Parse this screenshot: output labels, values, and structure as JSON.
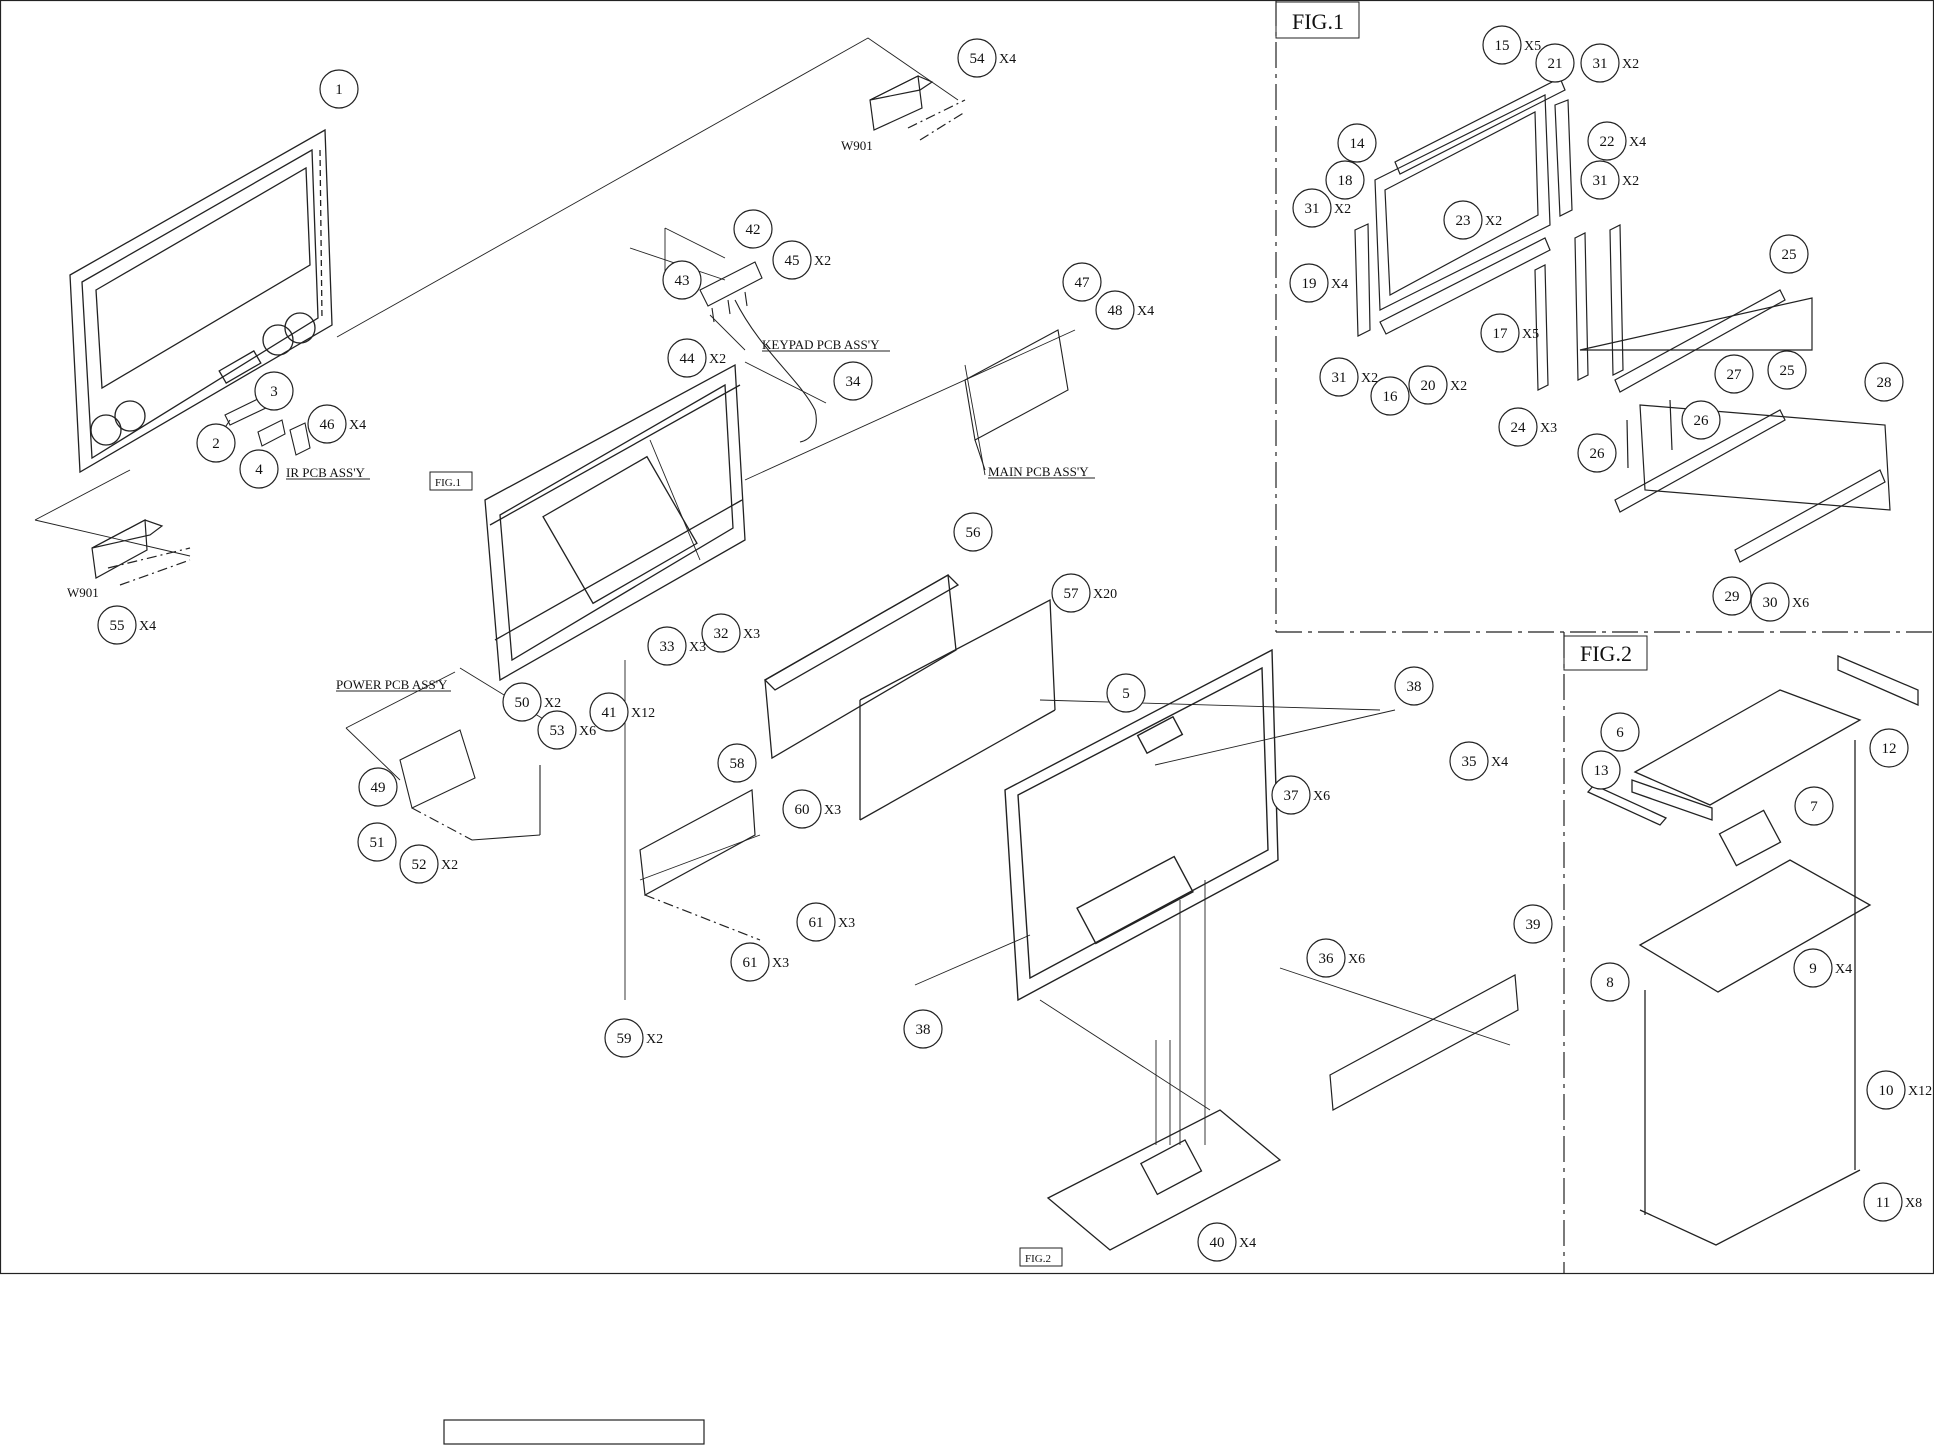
{
  "figures": {
    "fig1_title": "FIG.1",
    "fig2_title": "FIG.2",
    "fig1_ref": "FIG.1",
    "fig2_ref": "FIG.2"
  },
  "labels": {
    "ir_pcb": "IR PCB ASS'Y",
    "keypad_pcb": "KEYPAD PCB ASS'Y",
    "main_pcb": "MAIN PCB ASS'Y",
    "power_pcb": "POWER PCB ASS'Y",
    "w901_top": "W901",
    "w901_left": "W901"
  },
  "callouts": [
    {
      "num": "1",
      "qty": ""
    },
    {
      "num": "2",
      "qty": ""
    },
    {
      "num": "3",
      "qty": ""
    },
    {
      "num": "4",
      "qty": ""
    },
    {
      "num": "46",
      "qty": "X4"
    },
    {
      "num": "55",
      "qty": "X4"
    },
    {
      "num": "54",
      "qty": "X4"
    },
    {
      "num": "42",
      "qty": ""
    },
    {
      "num": "43",
      "qty": ""
    },
    {
      "num": "45",
      "qty": "X2"
    },
    {
      "num": "44",
      "qty": "X2"
    },
    {
      "num": "34",
      "qty": ""
    },
    {
      "num": "47",
      "qty": ""
    },
    {
      "num": "48",
      "qty": "X4"
    },
    {
      "num": "56",
      "qty": ""
    },
    {
      "num": "57",
      "qty": "X20"
    },
    {
      "num": "33",
      "qty": "X3"
    },
    {
      "num": "32",
      "qty": "X3"
    },
    {
      "num": "41",
      "qty": "X12"
    },
    {
      "num": "50",
      "qty": "X2"
    },
    {
      "num": "53",
      "qty": "X6"
    },
    {
      "num": "49",
      "qty": ""
    },
    {
      "num": "51",
      "qty": ""
    },
    {
      "num": "52",
      "qty": "X2"
    },
    {
      "num": "58",
      "qty": ""
    },
    {
      "num": "60",
      "qty": "X3"
    },
    {
      "num": "61",
      "qty": "X3"
    },
    {
      "num": "61",
      "qty": "X3"
    },
    {
      "num": "59",
      "qty": "X2"
    },
    {
      "num": "5",
      "qty": ""
    },
    {
      "num": "38",
      "qty": ""
    },
    {
      "num": "35",
      "qty": "X4"
    },
    {
      "num": "37",
      "qty": "X6"
    },
    {
      "num": "36",
      "qty": "X6"
    },
    {
      "num": "39",
      "qty": ""
    },
    {
      "num": "38",
      "qty": ""
    },
    {
      "num": "40",
      "qty": "X4"
    },
    {
      "num": "15",
      "qty": "X5"
    },
    {
      "num": "21",
      "qty": ""
    },
    {
      "num": "31",
      "qty": "X2"
    },
    {
      "num": "22",
      "qty": "X4"
    },
    {
      "num": "14",
      "qty": ""
    },
    {
      "num": "18",
      "qty": ""
    },
    {
      "num": "31",
      "qty": "X2"
    },
    {
      "num": "31",
      "qty": "X2"
    },
    {
      "num": "23",
      "qty": "X2"
    },
    {
      "num": "19",
      "qty": "X4"
    },
    {
      "num": "25",
      "qty": ""
    },
    {
      "num": "17",
      "qty": "X5"
    },
    {
      "num": "31",
      "qty": "X2"
    },
    {
      "num": "16",
      "qty": ""
    },
    {
      "num": "20",
      "qty": "X2"
    },
    {
      "num": "27",
      "qty": ""
    },
    {
      "num": "25",
      "qty": ""
    },
    {
      "num": "28",
      "qty": ""
    },
    {
      "num": "24",
      "qty": "X3"
    },
    {
      "num": "26",
      "qty": ""
    },
    {
      "num": "26",
      "qty": ""
    },
    {
      "num": "29",
      "qty": ""
    },
    {
      "num": "30",
      "qty": "X6"
    },
    {
      "num": "6",
      "qty": ""
    },
    {
      "num": "12",
      "qty": ""
    },
    {
      "num": "13",
      "qty": ""
    },
    {
      "num": "7",
      "qty": ""
    },
    {
      "num": "8",
      "qty": ""
    },
    {
      "num": "9",
      "qty": "X4"
    },
    {
      "num": "10",
      "qty": "X12"
    },
    {
      "num": "11",
      "qty": "X8"
    }
  ]
}
